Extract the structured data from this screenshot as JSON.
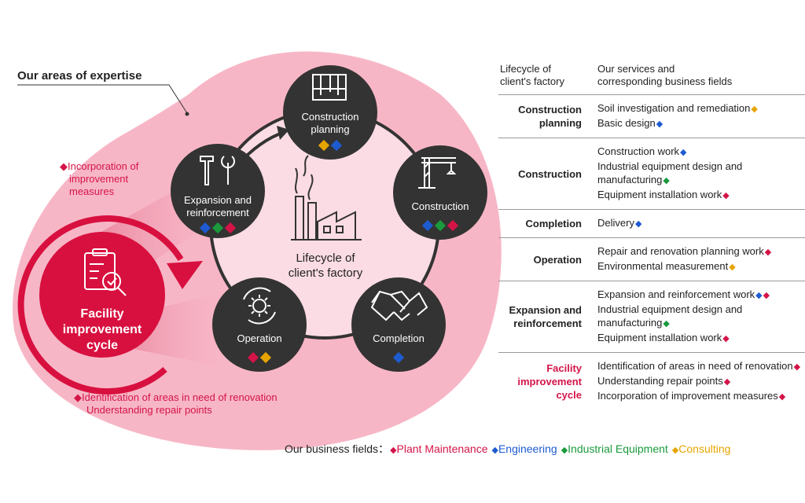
{
  "diagram": {
    "expertise_label": "Our areas of expertise",
    "center_label": [
      "Lifecycle of",
      "client's factory"
    ],
    "facility_label": [
      "Facility",
      "improvement",
      "cycle"
    ],
    "incorporation_label": [
      "◆Incorporation of",
      "improvement",
      "measures"
    ],
    "identification_label": [
      "◆Identification of areas in need of renovation",
      "Understanding repair points"
    ],
    "stages": [
      {
        "name": [
          "Construction",
          "planning"
        ],
        "icon": "blueprint-icon",
        "fields": [
          "co",
          "en"
        ]
      },
      {
        "name": [
          "Construction"
        ],
        "icon": "crane-icon",
        "fields": [
          "en",
          "ie",
          "pm"
        ]
      },
      {
        "name": [
          "Completion"
        ],
        "icon": "handshake-icon",
        "fields": [
          "en"
        ]
      },
      {
        "name": [
          "Operation"
        ],
        "icon": "gear-cycle-icon",
        "fields": [
          "pm",
          "co"
        ]
      },
      {
        "name": [
          "Expansion and",
          "reinforcement"
        ],
        "icon": "tools-icon",
        "fields": [
          "en",
          "ie",
          "pm"
        ]
      }
    ]
  },
  "table": {
    "header": {
      "col1": [
        "Lifecycle of",
        "client's factory"
      ],
      "col2": [
        "Our services and",
        "corresponding business fields"
      ]
    },
    "rows": [
      {
        "stage": [
          "Construction",
          "planning"
        ],
        "services": [
          {
            "text": "Soil investigation and remediation",
            "fields": [
              "co"
            ]
          },
          {
            "text": "Basic design",
            "fields": [
              "en"
            ]
          }
        ]
      },
      {
        "stage": [
          "Construction"
        ],
        "services": [
          {
            "text": "Construction work",
            "fields": [
              "en"
            ]
          },
          {
            "text": "Industrial equipment design and manufacturing",
            "fields": [
              "ie"
            ]
          },
          {
            "text": "Equipment installation work",
            "fields": [
              "pm"
            ]
          }
        ]
      },
      {
        "stage": [
          "Completion"
        ],
        "services": [
          {
            "text": "Delivery",
            "fields": [
              "en"
            ]
          }
        ]
      },
      {
        "stage": [
          "Operation"
        ],
        "services": [
          {
            "text": "Repair and renovation planning work",
            "fields": [
              "pm"
            ]
          },
          {
            "text": "Environmental measurement",
            "fields": [
              "co"
            ]
          }
        ]
      },
      {
        "stage": [
          "Expansion and",
          "reinforcement"
        ],
        "services": [
          {
            "text": "Expansion and reinforcement work",
            "fields": [
              "en",
              "pm"
            ]
          },
          {
            "text": "Industrial equipment design and manufacturing",
            "fields": [
              "ie"
            ]
          },
          {
            "text": "Equipment installation work",
            "fields": [
              "pm"
            ]
          }
        ]
      },
      {
        "stage": [
          "Facility",
          "improvement",
          "cycle"
        ],
        "highlight": true,
        "services": [
          {
            "text": "Identification of areas in need of renovation",
            "fields": [
              "pm"
            ]
          },
          {
            "text": "Understanding repair points",
            "fields": [
              "pm"
            ]
          },
          {
            "text": "Incorporation of improvement measures",
            "fields": [
              "pm"
            ]
          }
        ]
      }
    ]
  },
  "legend": {
    "prefix": "Our business fields：",
    "items": [
      {
        "key": "pm",
        "label": "Plant Maintenance"
      },
      {
        "key": "en",
        "label": "Engineering"
      },
      {
        "key": "ie",
        "label": "Industrial Equipment"
      },
      {
        "key": "co",
        "label": "Consulting"
      }
    ]
  },
  "colors": {
    "pm": "#d41448",
    "en": "#1e5bd1",
    "ie": "#1a9a3c",
    "co": "#e6a400",
    "node": "#333333",
    "blob": "#f7b6c6",
    "inner": "#fbdce4",
    "accent": "#d8103f"
  }
}
